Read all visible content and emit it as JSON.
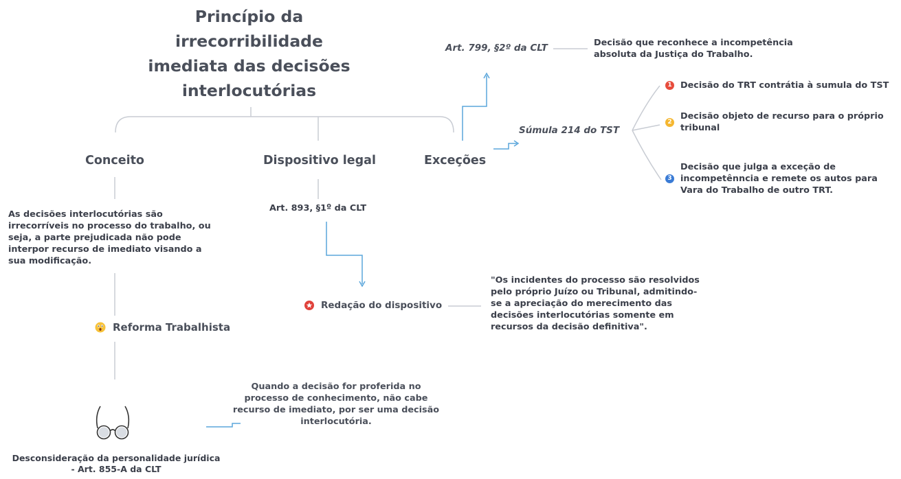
{
  "title": "Princípio da\nirrecorribilidade\nimediata das decisões\ninterlocutórias",
  "branches": {
    "conceito": "Conceito",
    "dispositivo": "Dispositivo legal",
    "excecoes": "Exceções"
  },
  "conceito": {
    "text": "As decisões interlocutórias são irrecorríveis no processo do trabalho, ou seja, a parte prejudicada não pode interpor recurso de imediato visando a sua modificação.",
    "reforma": "Reforma Trabalhista",
    "reforma_icon": "astonished-face-icon",
    "glasses_icon": "eyeglasses-icon",
    "desconsideracao": "Desconsideração da personalidade jurídica - Art. 855-A da CLT",
    "desconsideracao_note": "Quando a decisão for proferida no processo de conhecimento, não cabe recurso de imediato, por ser uma decisão interlocutória."
  },
  "dispositivo": {
    "art": "Art. 893, §1º da CLT",
    "redacao_icon": "red-star-icon",
    "redacao": "Redação do dispositivo",
    "quote": "\"Os incidentes do processo são resolvidos pelo próprio Juízo ou Tribunal, admitindo-se a apreciação do merecimento das decisões interlocutórias somente em recursos da decisão definitiva\"."
  },
  "excecoes": {
    "art799": "Art. 799, §2º da CLT",
    "art799_desc": "Decisão que reconhece a incompetência absoluta da Justiça do Trabalho.",
    "sumula": "Súmula 214 do TST",
    "items": [
      {
        "badge": "1",
        "color": "#e74c3c",
        "text": "Decisão do TRT contrátia à sumula do TST"
      },
      {
        "badge": "2",
        "color": "#f5b731",
        "text": "Decisão objeto de recurso para o próprio tribunal"
      },
      {
        "badge": "3",
        "color": "#3a7bd5",
        "text": "Decisão que julga a exceção de incompetênncia e remete os autos para Vara do Trabalho de outro TRT."
      }
    ]
  },
  "colors": {
    "line_gray": "#c8ccd3",
    "line_blue": "#5aa6db"
  }
}
